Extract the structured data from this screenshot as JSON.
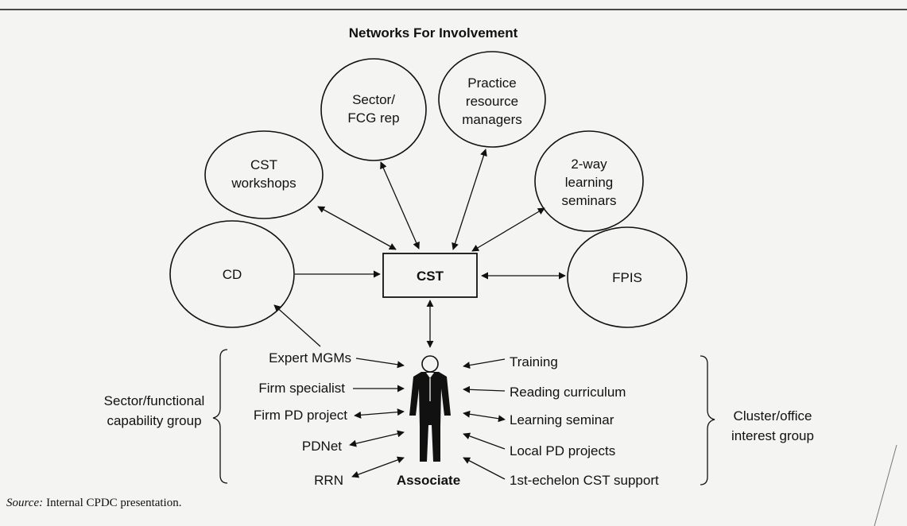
{
  "title": "Networks For Involvement",
  "center": "CST",
  "ovals": {
    "sector_fcg": [
      "Sector/",
      "FCG rep"
    ],
    "practice_rm": [
      "Practice",
      "resource",
      "managers"
    ],
    "cst_workshops": [
      "CST",
      "workshops"
    ],
    "learning_seminars": [
      "2-way",
      "learning",
      "seminars"
    ],
    "cd": "CD",
    "fpis": "FPIS"
  },
  "associate": "Associate",
  "left_items": [
    "Expert MGMs",
    "Firm specialist",
    "Firm PD project",
    "PDNet",
    "RRN"
  ],
  "right_items": [
    "Training",
    "Reading curriculum",
    "Learning seminar",
    "Local PD projects",
    "1st-echelon CST support"
  ],
  "left_group": [
    "Sector/functional",
    "capability group"
  ],
  "right_group": [
    "Cluster/office",
    "interest group"
  ],
  "source": {
    "label": "Source:",
    "text": "Internal CPDC presentation."
  }
}
